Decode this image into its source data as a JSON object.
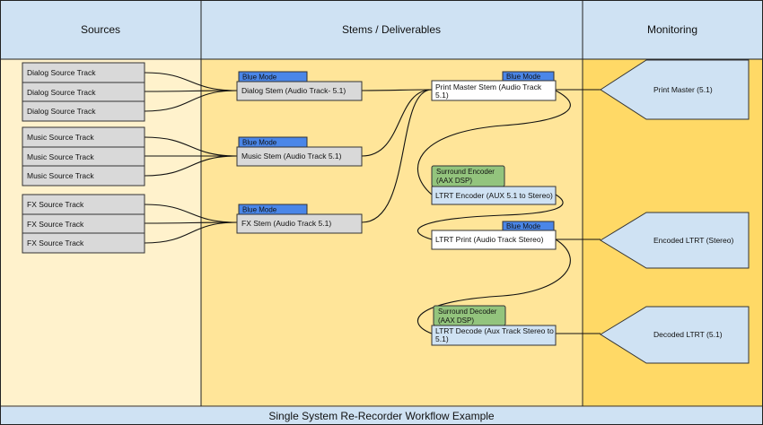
{
  "columns": {
    "sources": "Sources",
    "stems": "Stems / Deliverables",
    "monitoring": "Monitoring"
  },
  "sources": {
    "dialog": [
      "Dialog Source Track",
      "Dialog Source Track",
      "Dialog Source Track"
    ],
    "music": [
      "Music Source Track",
      "Music Source Track",
      "Music Source Track"
    ],
    "fx": [
      "FX Source Track",
      "FX Source Track",
      "FX Source Track"
    ]
  },
  "stems": {
    "dialog": {
      "tag": "Blue Mode",
      "label": "Dialog Stem (Audio Track- 5.1)"
    },
    "music": {
      "tag": "Blue Mode",
      "label": "Music Stem (Audio Track 5.1)"
    },
    "fx": {
      "tag": "Blue Mode",
      "label": "FX Stem (Audio Track 5.1)"
    }
  },
  "deliverables": {
    "print_master": {
      "tag": "Blue Mode",
      "line1": "Print Master Stem (Audio Track",
      "line2": "5.1)"
    },
    "encoder": {
      "tag1": "Surround Encoder",
      "tag2": "(AAX DSP)",
      "label": "LTRT Encoder (AUX 5.1 to Stereo)"
    },
    "ltrt_print": {
      "tag": "Blue Mode",
      "label": "LTRT Print (Audio Track Stereo)"
    },
    "decoder": {
      "tag1": "Surround Decoder",
      "tag2": "(AAX DSP)",
      "line1": "LTRT Decode (Aux Track Stereo to",
      "line2": "5.1)"
    }
  },
  "monitors": {
    "print_master": "Print Master (5.1)",
    "encoded": "Encoded LTRT (Stereo)",
    "decoded": "Decoded LTRT (5.1)"
  },
  "footer": "Single System Re-Recorder Workflow Example",
  "colors": {
    "header_bg": "#cfe2f3",
    "sources_bg": "#fff2cc",
    "stems_bg": "#ffe599",
    "monitoring_bg": "#ffd966",
    "track_fill": "#d9d9d9",
    "stem_fill": "#d9d9d9",
    "blue_tag": "#4a86e8",
    "green_tag": "#93c47d",
    "light_blue_box": "#cfe2f3",
    "speaker_fill": "#cfe2f3"
  }
}
